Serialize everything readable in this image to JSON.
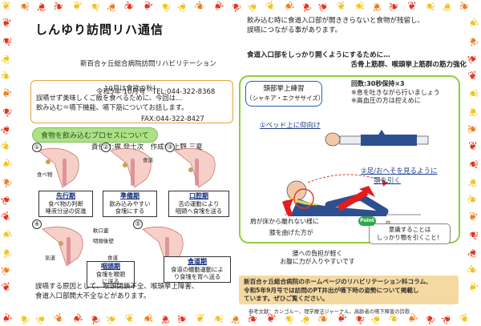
{
  "header": {
    "title": "しんゆり訪問リハ通信",
    "org_lines": [
      "新百合ヶ丘総合病院訪問リハビリテーション",
      "令和5年 10月号　TEL:044-322-8368",
      "FAX:044-322-8427",
      "責任者:梶 登士次　作成者:上野 三夏"
    ]
  },
  "intro": {
    "title": "10月は食欲の秋！",
    "lines": [
      "誤嚥せず美味しくご飯を食べるために、今回は…",
      "飲み込む＝嚥下機能、嚥下筋についてお話します。"
    ]
  },
  "process": {
    "label": "食物を飲み込むプロセスについて",
    "figure_labels": {
      "food": "食べ物",
      "esophagus": "食道",
      "soft_palate": "軟口蓋",
      "pharynx_wall": "咽頭後壁",
      "airway": "気道",
      "esophagus2": "食道"
    },
    "steps": [
      {
        "num": "①",
        "title": "先行期",
        "desc": [
          "食べ物の判断",
          "唾液分泌の促進"
        ]
      },
      {
        "num": "②",
        "title": "準備期",
        "desc": [
          "飲み込みやすい",
          "食塊にする"
        ]
      },
      {
        "num": "③",
        "title": "口腔期",
        "desc": [
          "舌の運動により",
          "咽頭へ食塊を送る"
        ]
      },
      {
        "num": "④",
        "title": "咽頭期",
        "desc": [
          "食塊を喉頭",
          "に送る"
        ]
      },
      {
        "num": "⑤",
        "title": "食道期",
        "desc": [
          "食道の蠕動運動によ",
          "り食塊を胃へ送る"
        ]
      }
    ]
  },
  "footer_left": [
    "誤嚥する原因として、喉頭閉鎖不全、喉頭挙上障害、",
    "食道入口部開大不全などがあります。"
  ],
  "right_intro": [
    "飲み込む時に食道入口部が開ききらないと食物が残留し、",
    "誤嚥につながる事があります。"
  ],
  "right_bold": {
    "line1": "食道入口部をしっかり開くようにするために…",
    "line2": "舌骨上筋群、喉頭挙上筋群の筋力強化"
  },
  "exercise": {
    "title_line1": "頭部挙上練習",
    "title_line2": "（シャキア・エクササイズ）",
    "reps": "回数:30秒保持×3",
    "notes": [
      "※息を吐きながら行いましょう",
      "※高血圧の方は控えめに"
    ],
    "step1": "①ベッド上に仰向け",
    "step2_line1": "②足/おへそを見るように",
    "step2_line2": "顎を引く",
    "note_shoulder": "肩が床から離れない様に",
    "note_knee": [
      "膝を曲げた方が",
      "腰への負担が軽く",
      "お腹に力が入りやすいです"
    ],
    "point_tag": "Point",
    "point_text": [
      "意識することは",
      "しっかり顎を引くこと！"
    ]
  },
  "info": [
    "新百合ヶ丘総合病院のホームページのリハビリテーション科コラム、",
    "令和5年9月号では訪問のPT井出が嚥下時の姿勢について掲載し",
    "ています。ぜひご覧ください。"
  ],
  "reference": "参考文献：カンゴルー、理学療法ジャーナル、高齢者の嚥下障害の詩歌",
  "colors": {
    "leaf_yellow": "#f3c21b",
    "leaf_red": "#e2351c",
    "frame_green": "#8bcf3a",
    "info_bg": "#f4d9a0"
  }
}
